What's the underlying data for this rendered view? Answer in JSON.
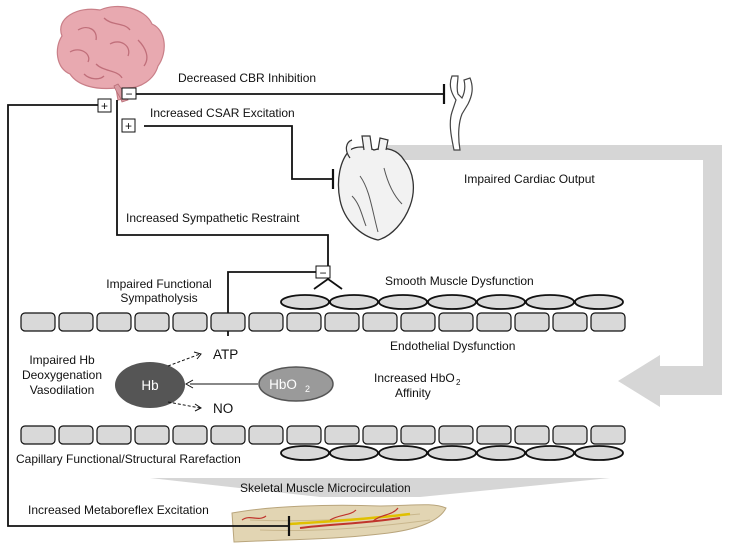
{
  "labels": {
    "cbr": "Decreased CBR Inhibition",
    "csar": "Increased CSAR Excitation",
    "cardiac_output": "Impaired Cardiac Output",
    "sympathetic_restraint": "Increased Sympathetic Restraint",
    "functional_sympatholysis_1": "Impaired Functional",
    "functional_sympatholysis_2": "Sympatholysis",
    "smooth_muscle": "Smooth Muscle Dysfunction",
    "endothelial": "Endothelial Dysfunction",
    "hb_deoxy_1": "Impaired Hb",
    "hb_deoxy_2": "Deoxygenation",
    "hb_deoxy_3": "Vasodilation",
    "atp": "ATP",
    "no": "NO",
    "hb": "Hb",
    "hbo2_main": "HbO",
    "hbo2_sub": "2",
    "affinity_1": "Increased HbO",
    "affinity_sub": "2",
    "affinity_2": "Affinity",
    "rarefaction": "Capillary Functional/Structural Rarefaction",
    "microcirculation": "Skeletal Muscle Microcirculation",
    "metaboreflex": "Increased Metaboreflex Excitation"
  },
  "signs": {
    "plus": "+",
    "minus": "−"
  },
  "colors": {
    "line": "#111111",
    "cell_fill": "#d9d9d9",
    "arrow_gray": "#d6d6d6",
    "hb_fill": "#555555",
    "hbo2_fill": "#9a9a9a",
    "brain": "#e6a3ab",
    "leg_muscle": "#d9c9a6"
  },
  "icons": [
    "brain-icon",
    "carotid-artery-icon",
    "heart-icon",
    "leg-muscle-icon"
  ]
}
